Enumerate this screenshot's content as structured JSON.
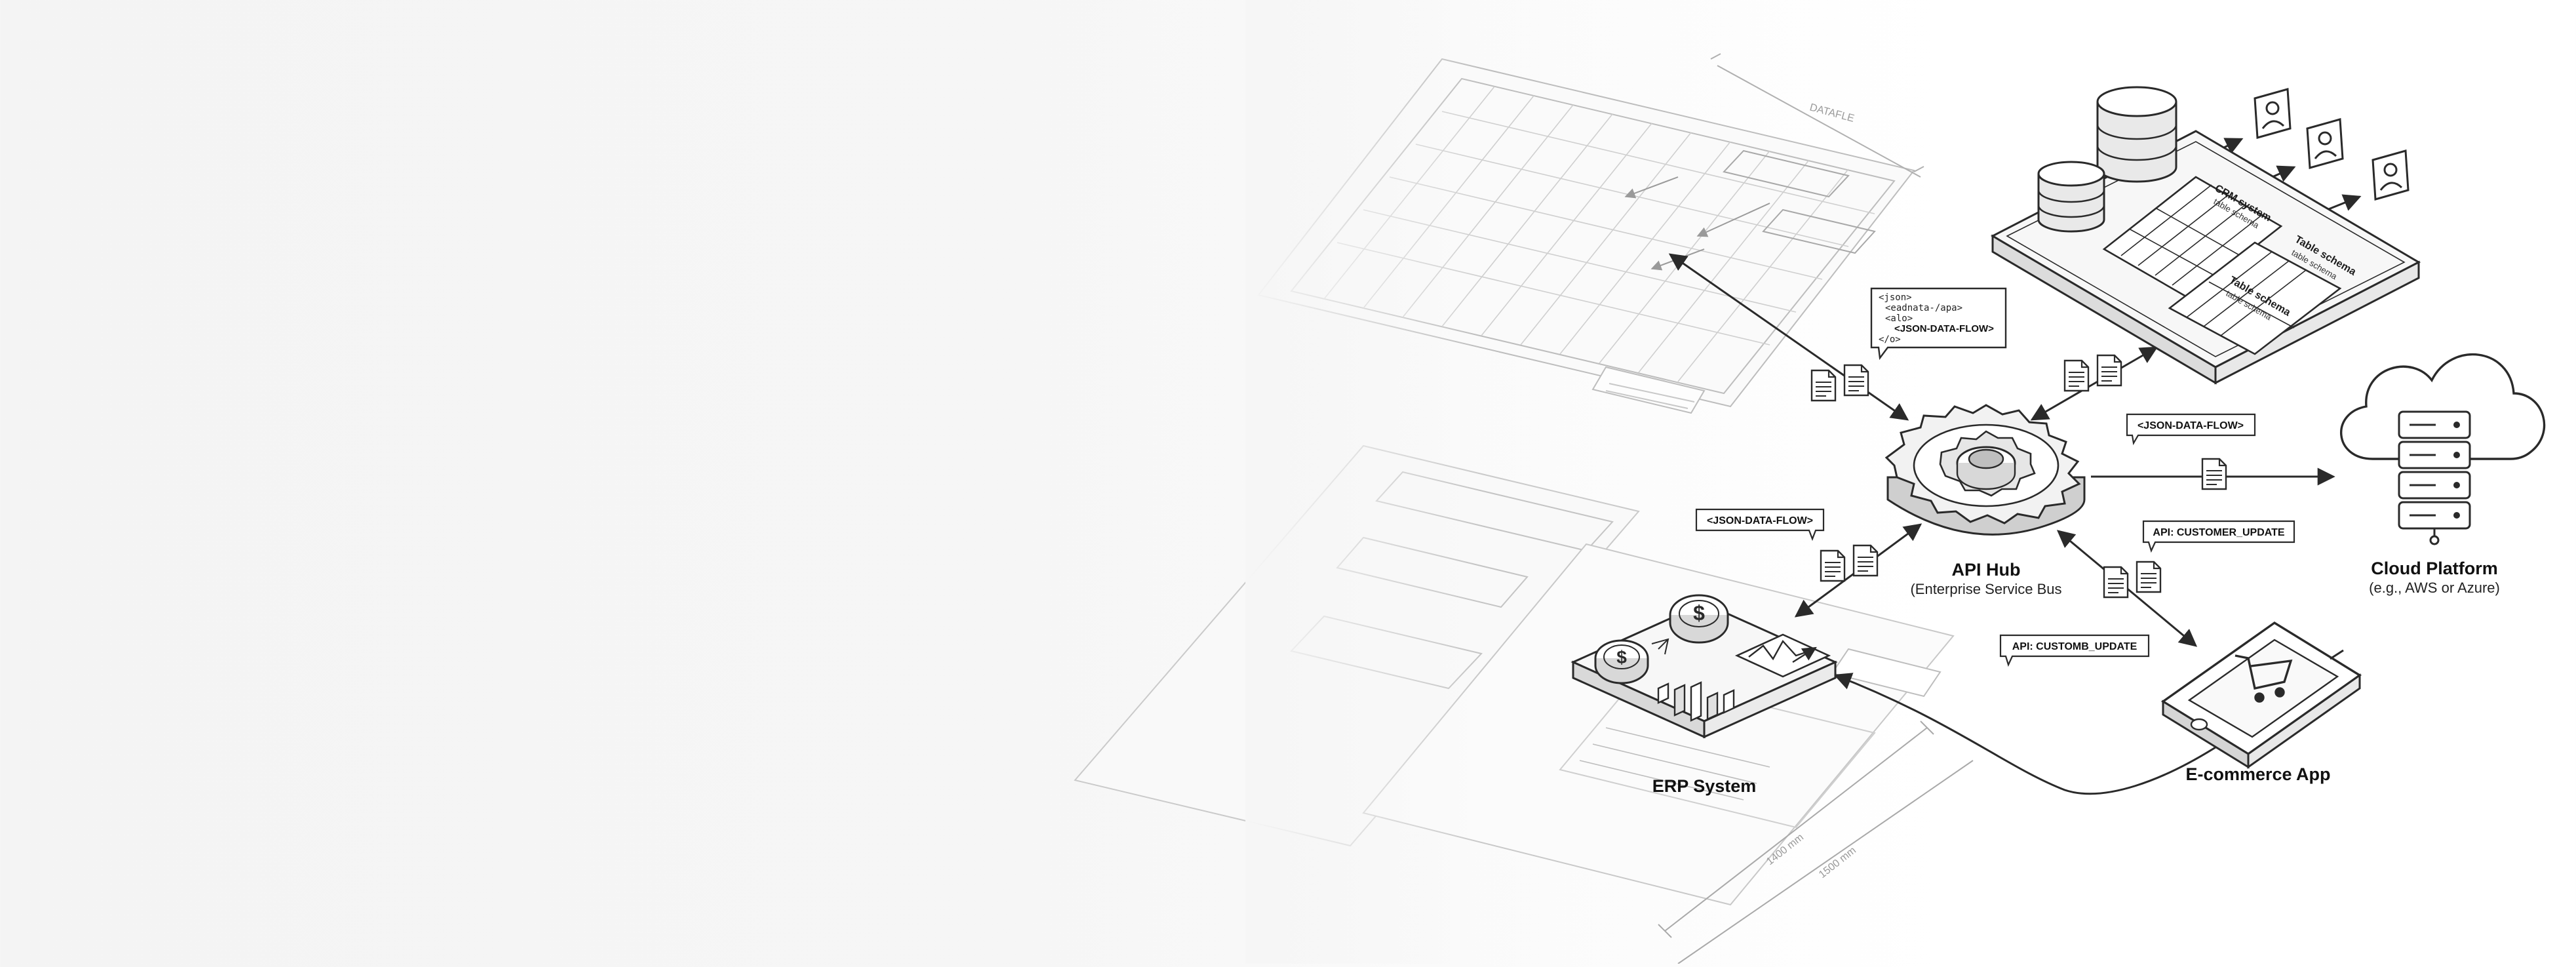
{
  "diagram": {
    "hub": {
      "title": "API Hub",
      "subtitle": "(Enterprise Service Bus"
    },
    "cloud": {
      "title": "Cloud Platform",
      "subtitle": "(e.g., AWS or Azure)"
    },
    "erp": {
      "title": "ERP System"
    },
    "ecommerce": {
      "title": "E-commerce App"
    },
    "crm": {
      "panel_title": "CRM system",
      "panel_row": "table  schema",
      "side_title_1": "Table schema",
      "side_row_1": "table  schema",
      "side_title_2": "Table schema",
      "side_row_2": "table  schema"
    },
    "json_box": {
      "line1": "<json>",
      "line2": "<eadnata-/apa>",
      "line3": "<alo>",
      "line4": "<JSON-DATA-FLOW>",
      "line5": "</o>"
    },
    "labels": {
      "flow_top": "<JSON-DATA-FLOW>",
      "flow_left": "<JSON-DATA-FLOW>",
      "api_customer": "API: CUSTOMER_UPDATE",
      "api_customb": "API: CUSTOMB_UPDATE"
    },
    "blueprint": {
      "dim_top": "DATAFLE",
      "dim_bottom_1": "1400 mm",
      "dim_bottom_2": "1500 mm"
    },
    "colors": {
      "line": "#2a2a2a",
      "faint": "#b9b9b9",
      "fill": "#f7f7f7",
      "shade": "#dcdcdc"
    }
  }
}
